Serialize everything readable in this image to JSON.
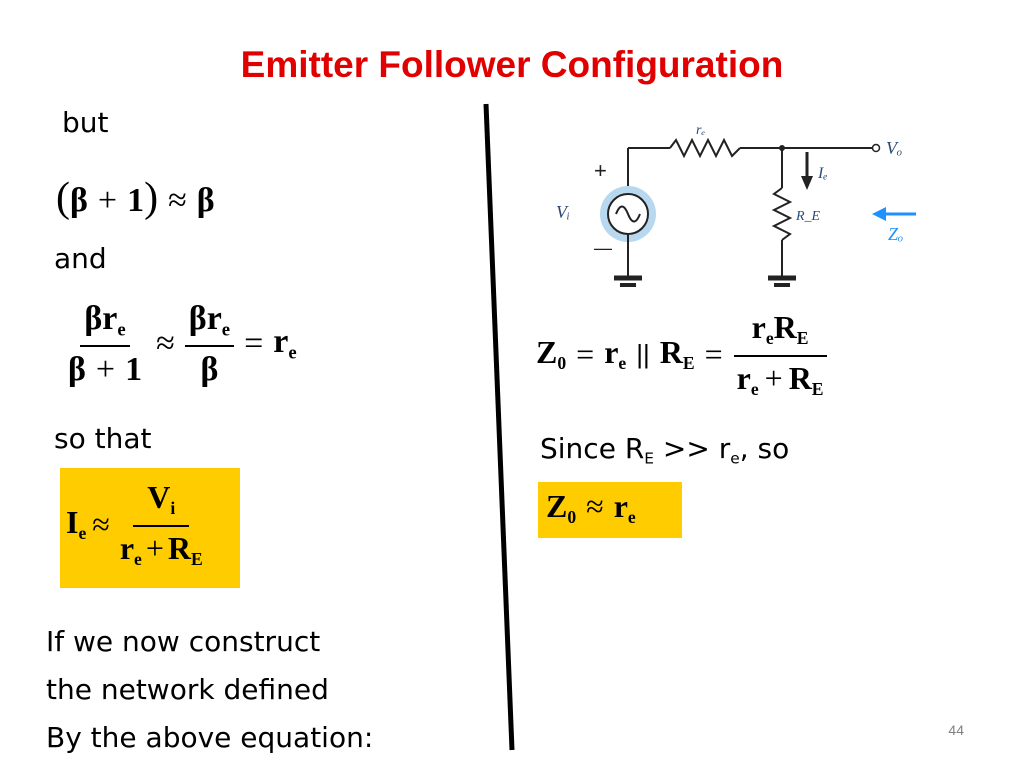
{
  "title": "Emitter Follower Configuration",
  "left": {
    "text_but": "but",
    "text_and": "and",
    "text_so_that": "so that",
    "paragraph": [
      "If we now construct",
      "the network defined",
      "By the above equation:"
    ]
  },
  "right": {
    "since_prefix": "Since  R",
    "since_sub_E": "E",
    "since_mid": " >> r",
    "since_sub_e": "e",
    "since_suffix": ", so"
  },
  "circuit": {
    "re_label": "rₑ",
    "vo_label": "Vₒ",
    "vi_label": "Vᵢ",
    "ie_label": "Iₑ",
    "RE_label": "R_E",
    "zo_label": "Zₒ",
    "plus": "+",
    "minus": "—"
  },
  "page_number": "44",
  "colors": {
    "title": "#e00000",
    "highlight": "#ffcc00",
    "arrow": "#1e90ff"
  }
}
